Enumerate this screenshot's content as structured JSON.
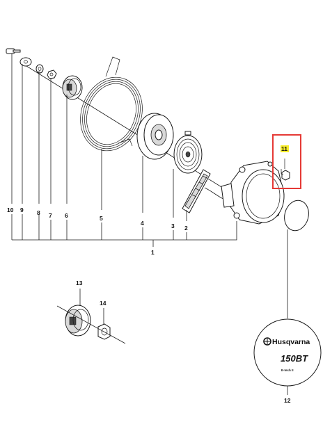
{
  "callouts": {
    "p1": "1",
    "p2": "2",
    "p3": "3",
    "p4": "4",
    "p5": "5",
    "p6": "6",
    "p7": "7",
    "p8": "8",
    "p9": "9",
    "p10": "10",
    "p11": "11",
    "p12": "12",
    "p13": "13",
    "p14": "14"
  },
  "decal": {
    "brand": "Husqvarna",
    "model": "150BT",
    "subtext": "E-tech II"
  },
  "colors": {
    "highlight_box": "#e53935",
    "highlight_fill": "#f7ec2a"
  }
}
